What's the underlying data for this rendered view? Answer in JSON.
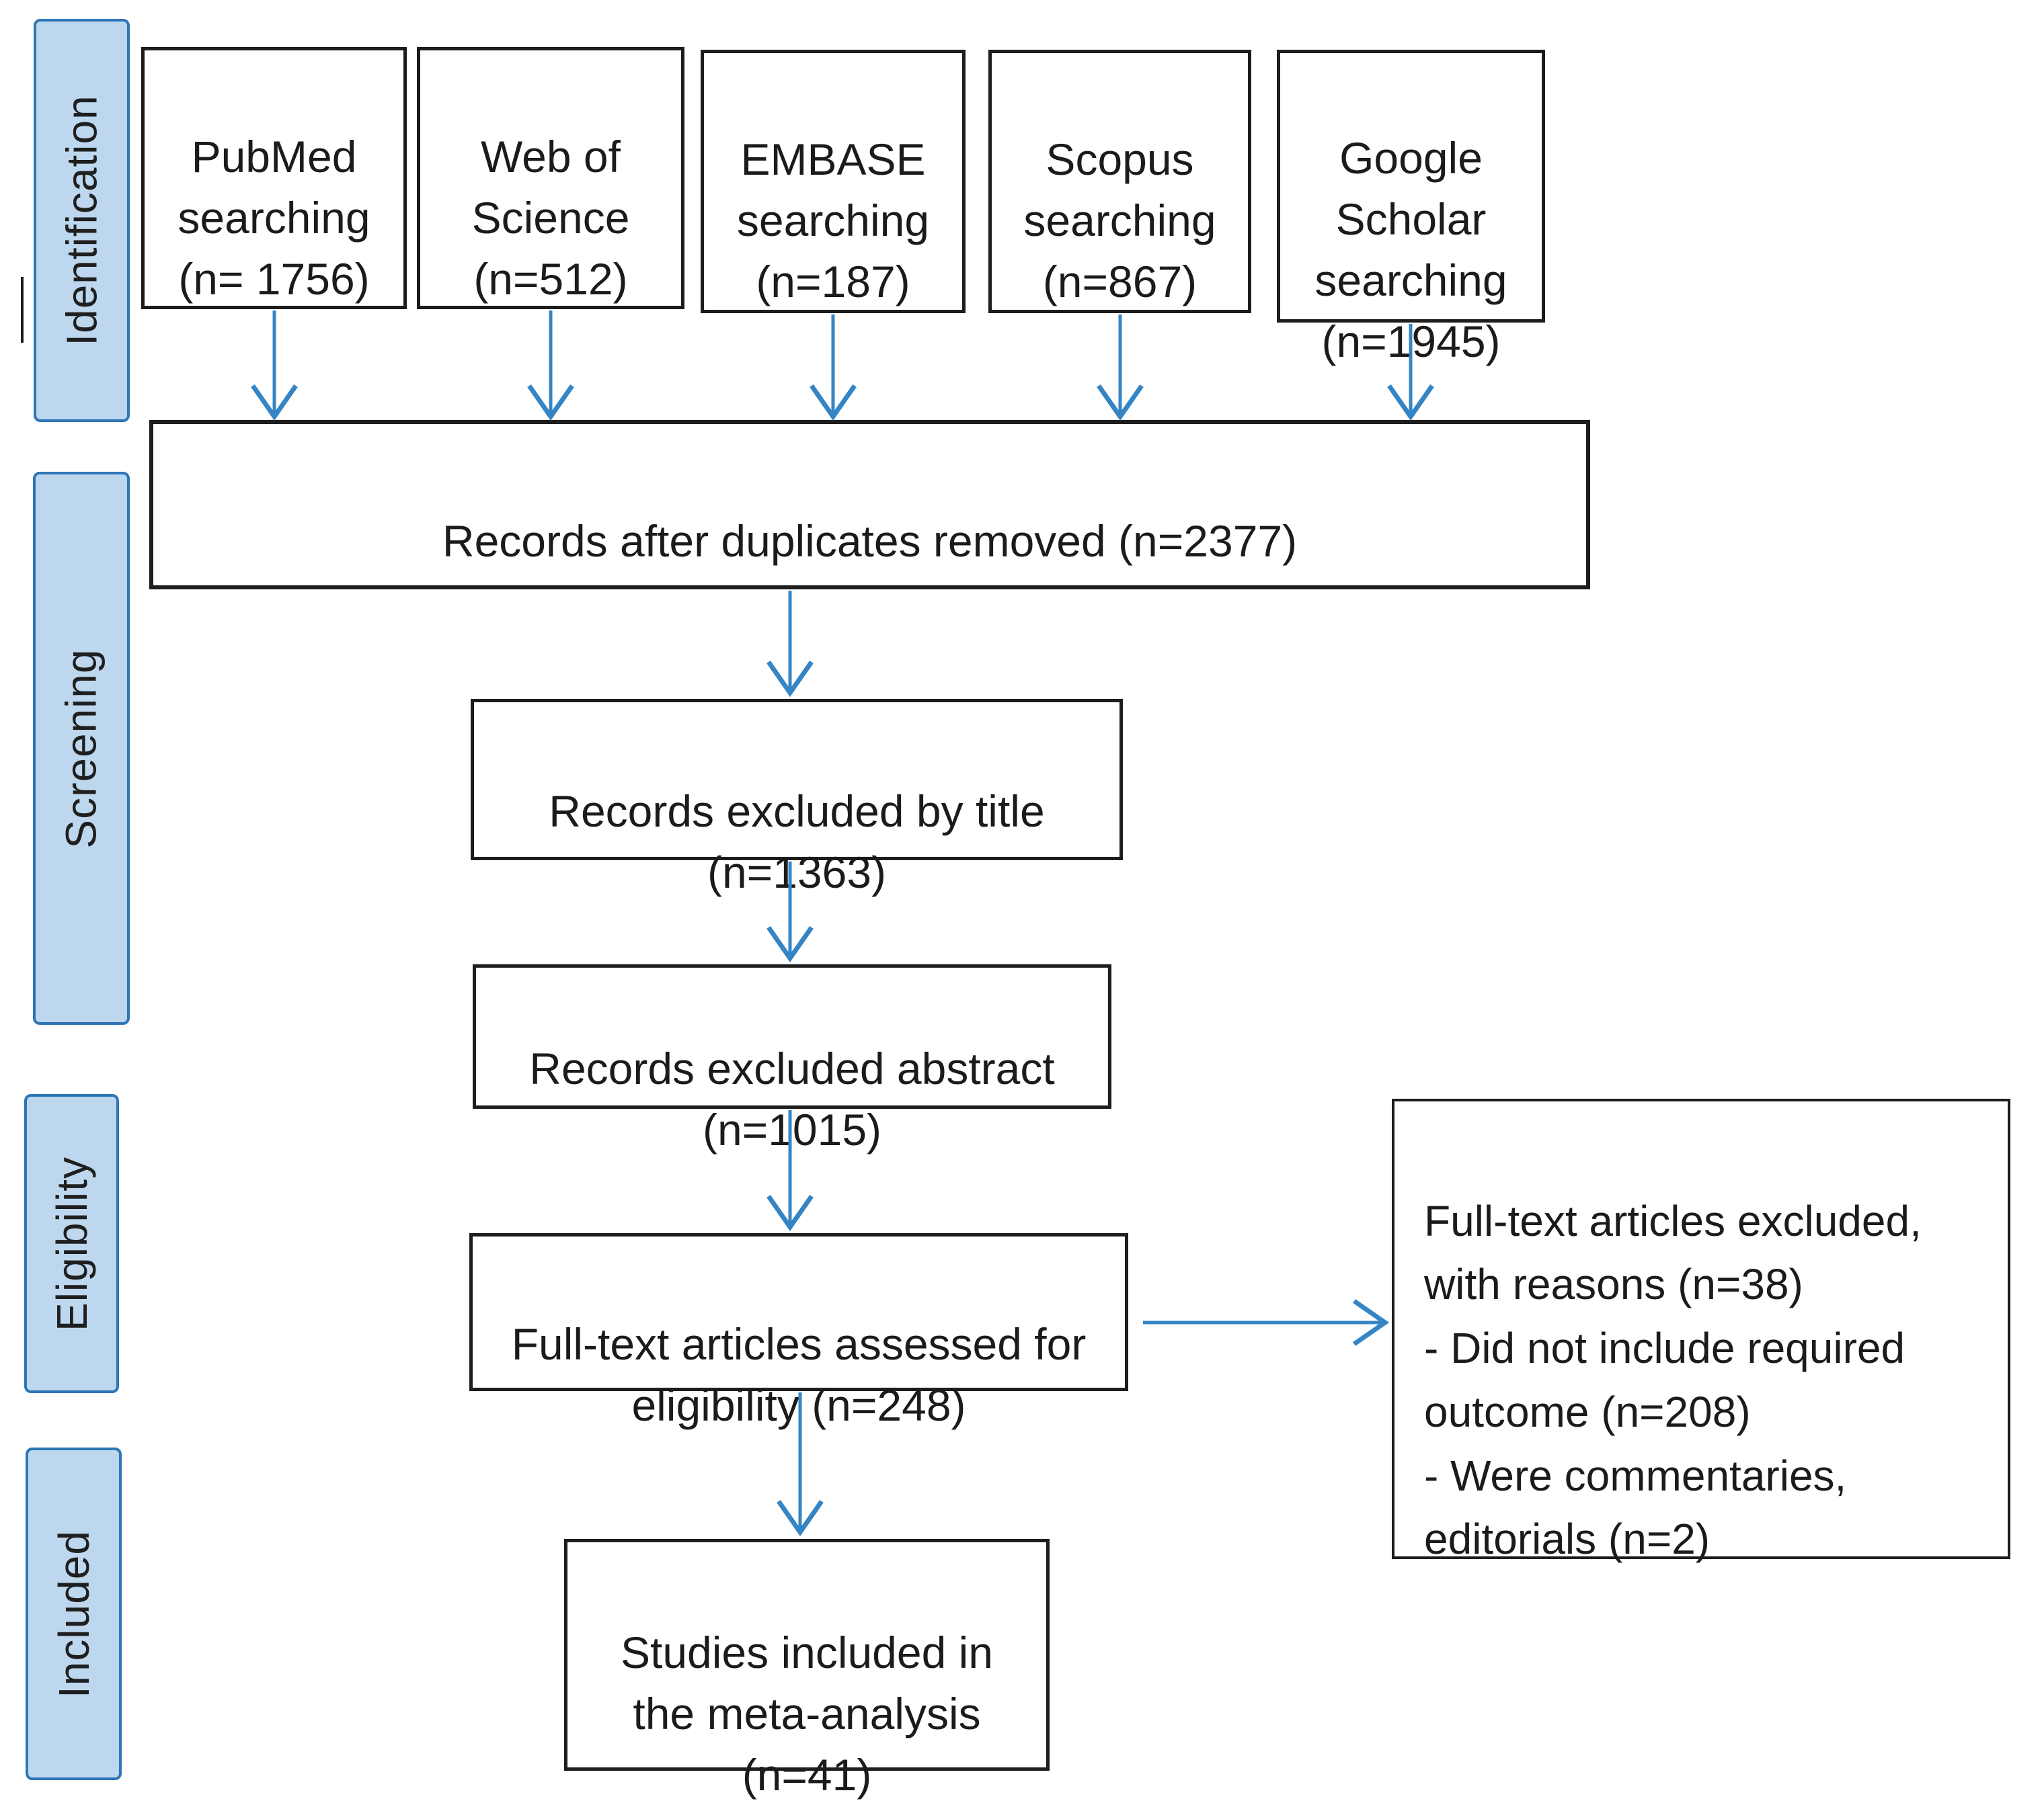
{
  "diagram": {
    "type": "prisma-flow",
    "stages": [
      {
        "id": "identification",
        "label": "Identification"
      },
      {
        "id": "screening",
        "label": "Screening"
      },
      {
        "id": "eligibility",
        "label": "Eligibility"
      },
      {
        "id": "included",
        "label": "Included"
      }
    ],
    "sources": [
      {
        "id": "pubmed",
        "label": "PubMed\nsearching\n(n= 1756)"
      },
      {
        "id": "web-of-science",
        "label": "Web of\nScience\n(n=512)"
      },
      {
        "id": "embase",
        "label": "EMBASE\nsearching\n(n=187)"
      },
      {
        "id": "scopus",
        "label": "Scopus\nsearching\n(n=867)"
      },
      {
        "id": "google-scholar",
        "label": "Google\nScholar\nsearching\n(n=1945)"
      }
    ],
    "nodes": {
      "duplicates_removed": "Records after duplicates removed (n=2377)",
      "excluded_by_title": "Records excluded by title\n(n=1363)",
      "excluded_abstract": "Records excluded abstract\n(n=1015)",
      "fulltext_assessed": "Full-text articles assessed for\neligibility (n=248)",
      "fulltext_excluded": "Full-text articles excluded,\nwith reasons (n=38)\n- Did not include required\noutcome (n=208)\n- Were commentaries,\neditorials (n=2)",
      "included_studies": "Studies included in\nthe meta-analysis\n(n=41)"
    },
    "counts": {
      "pubmed": 1756,
      "web_of_science": 512,
      "embase": 187,
      "scopus": 867,
      "google_scholar": 1945,
      "after_duplicates": 2377,
      "excluded_title": 1363,
      "excluded_abstract": 1015,
      "fulltext_assessed": 248,
      "fulltext_excluded": 38,
      "no_required_outcome": 208,
      "commentaries_editorials": 2,
      "included": 41
    },
    "colors": {
      "stage_fill": "#bdd7ee",
      "stage_border": "#2e75b6",
      "arrow": "#3585c5",
      "box_border": "#1d1d1d"
    }
  }
}
